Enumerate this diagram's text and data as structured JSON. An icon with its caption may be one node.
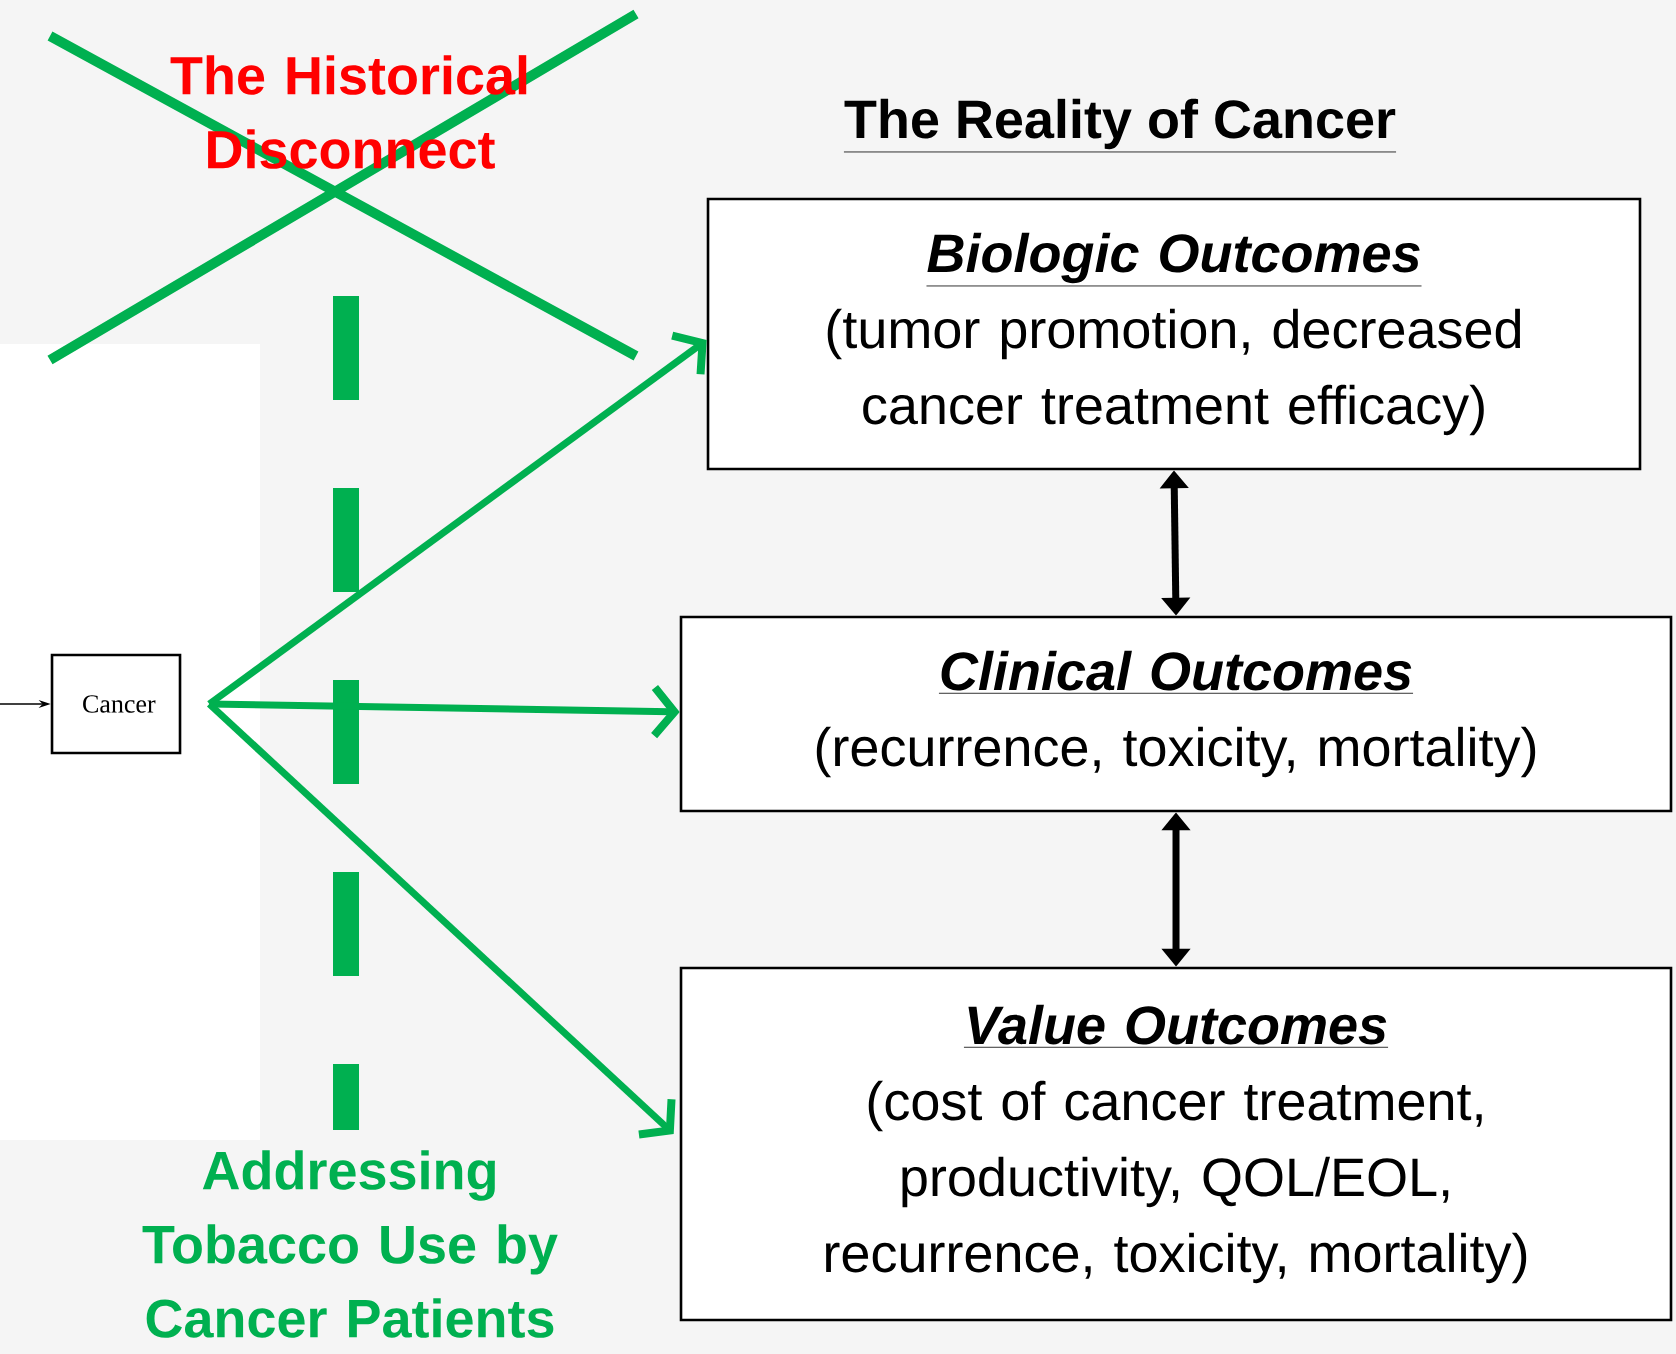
{
  "diagram": {
    "title": "The Reality of Cancer",
    "nodes": [
      {
        "text": [
          "Cancer"
        ]
      },
      {
        "text": [
          "Biologic Outcomes",
          "(tumor promotion, decreased cancer treatment efficacy)"
        ]
      },
      {
        "text": [
          "Clinical Outcomes",
          "(recurrence, toxicity, mortality)"
        ]
      },
      {
        "text": [
          "Value Outcomes",
          "(cost of cancer treatment, productivity, QOL/EOL, recurrence, toxicity, mortality)"
        ]
      }
    ],
    "edges": [
      {
        "from": null,
        "to": 0,
        "arrow": "to"
      },
      {
        "from": 0,
        "to": 1,
        "arrow": "to",
        "color": "#00b050"
      },
      {
        "from": 0,
        "to": 2,
        "arrow": "to",
        "color": "#00b050"
      },
      {
        "from": 0,
        "to": 3,
        "arrow": "to",
        "color": "#00b050"
      },
      {
        "from": 1,
        "to": 2,
        "arrow": "both"
      },
      {
        "from": 2,
        "to": 3,
        "arrow": "both"
      }
    ],
    "labels": [
      "The Historical Disconnect",
      "Addressing Tobacco Use by Cancer Patients"
    ]
  }
}
